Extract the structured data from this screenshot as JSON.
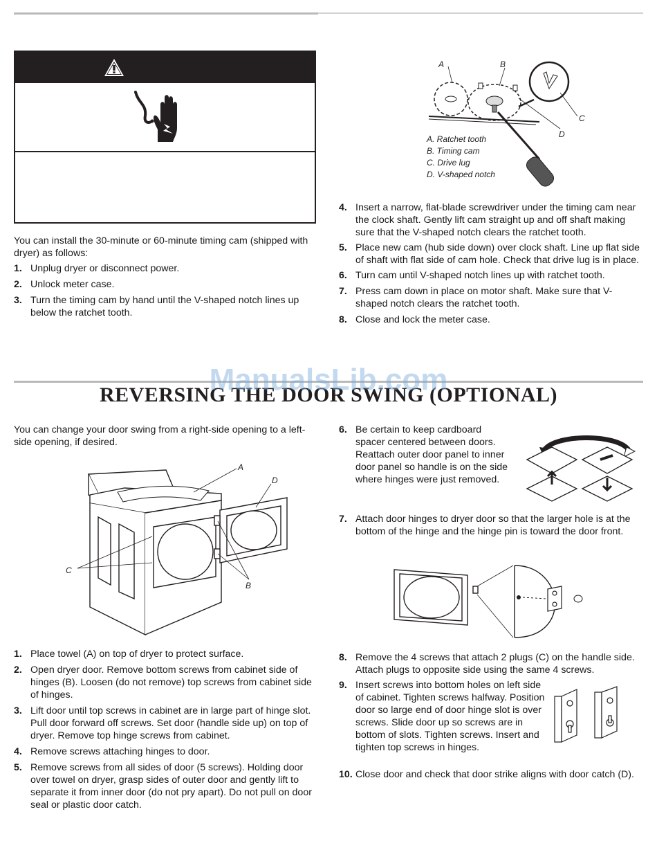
{
  "watermark": "ManualsLib.com",
  "section_title": "REVERSING THE DOOR SWING (OPTIONAL)",
  "cam_section": {
    "intro": "You can install the 30-minute or 60-minute timing cam (shipped with dryer) as follows:",
    "steps": [
      {
        "num": "1.",
        "text": "Unplug dryer or disconnect power."
      },
      {
        "num": "2.",
        "text": "Unlock meter case."
      },
      {
        "num": "3.",
        "text": "Turn the timing cam by hand until the V-shaped notch lines up below the ratchet tooth."
      },
      {
        "num": "4.",
        "text": "Insert a narrow, flat-blade screwdriver under the timing cam near the clock shaft. Gently lift cam straight up and off shaft making sure that the V-shaped notch clears the ratchet tooth."
      },
      {
        "num": "5.",
        "text": "Place new cam (hub side down) over clock shaft. Line up flat side of shaft with flat side of cam hole. Check that drive lug is in place."
      },
      {
        "num": "6.",
        "text": "Turn cam until V-shaped notch lines up with ratchet tooth."
      },
      {
        "num": "7.",
        "text": "Press cam down in place on motor shaft. Make sure that V-shaped notch clears the ratchet tooth."
      },
      {
        "num": "8.",
        "text": "Close and lock the meter case."
      }
    ],
    "figure": {
      "labels": {
        "a": "A",
        "b": "B",
        "c": "C",
        "d": "D"
      },
      "legend": [
        "A. Ratchet tooth",
        "B. Timing cam",
        "C. Drive lug",
        "D. V-shaped notch"
      ]
    }
  },
  "door_section": {
    "intro": "You can change your door swing from a right-side opening to a left-side opening, if desired.",
    "figure_labels": {
      "a": "A",
      "b": "B",
      "c": "C",
      "d": "D"
    },
    "steps": [
      {
        "num": "1.",
        "text": "Place towel (A) on top of dryer to protect surface."
      },
      {
        "num": "2.",
        "text": "Open dryer door. Remove bottom screws from cabinet side of hinges (B). Loosen (do not remove) top screws from cabinet side of hinges."
      },
      {
        "num": "3.",
        "text": "Lift door until top screws in cabinet are in large part of hinge slot. Pull door forward off screws. Set door (handle side up) on top of dryer. Remove top hinge screws from cabinet."
      },
      {
        "num": "4.",
        "text": "Remove screws attaching hinges to door."
      },
      {
        "num": "5.",
        "text": "Remove screws from all sides of door (5 screws). Holding door over towel on dryer, grasp sides of outer door and gently lift to separate it from inner door (do not pry apart). Do not pull on door seal or plastic door catch."
      },
      {
        "num": "6.",
        "text": "Be certain to keep cardboard spacer centered between doors. Reattach outer door panel to inner door panel so handle is on the side where hinges were just removed."
      },
      {
        "num": "7.",
        "text": "Attach door hinges to dryer door so that the larger hole is at the bottom of the hinge and the hinge pin is toward the door front."
      },
      {
        "num": "8.",
        "text": "Remove the 4 screws that attach 2 plugs (C) on the handle side. Attach plugs to opposite side using the same 4 screws."
      },
      {
        "num": "9.",
        "text": "Insert screws into bottom holes on left side of cabinet. Tighten screws halfway. Position door so large end of door hinge slot is over screws. Slide door up so screws are in bottom of slots. Tighten screws. Insert and tighten top screws in hinges."
      },
      {
        "num": "10.",
        "text": "Close door and check that door strike aligns with door catch (D)."
      }
    ]
  }
}
